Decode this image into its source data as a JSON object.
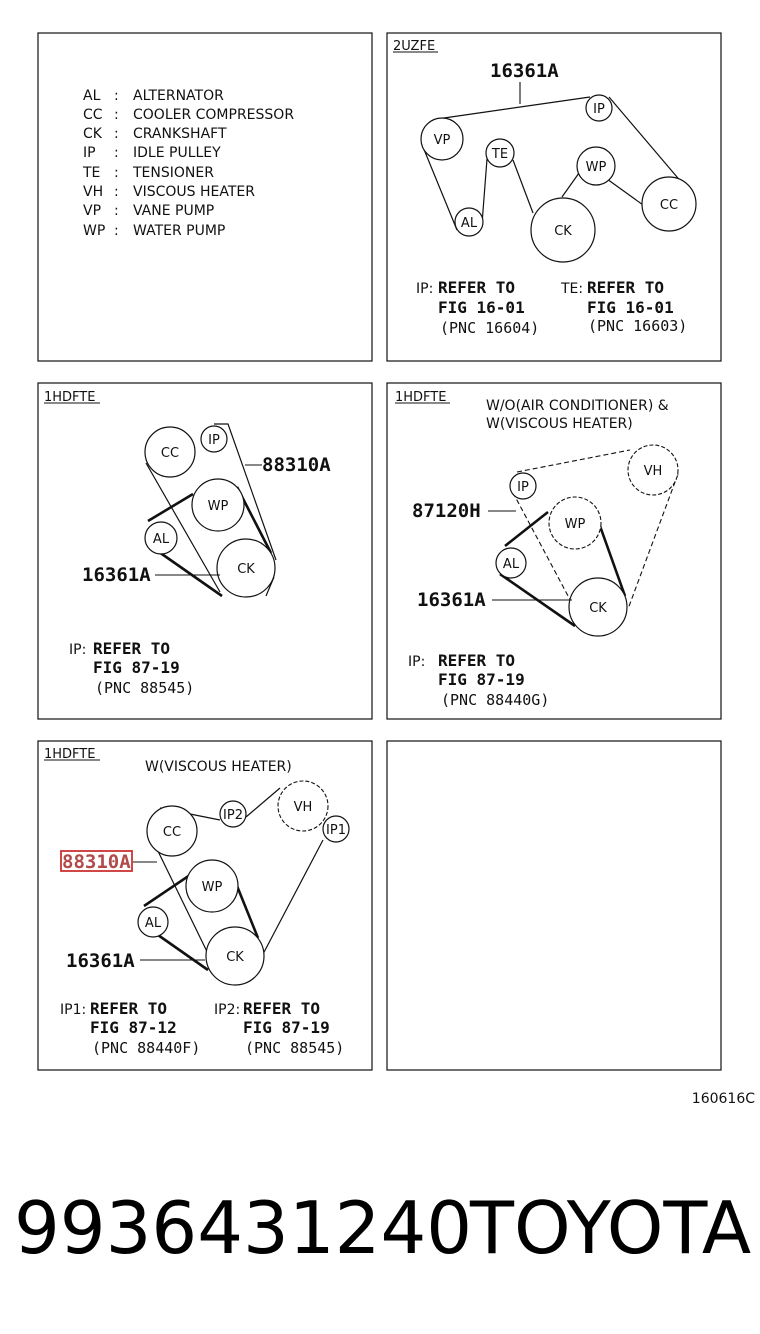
{
  "legend": [
    {
      "code": "AL",
      "sep": ":",
      "name": "ALTERNATOR"
    },
    {
      "code": "CC",
      "sep": ":",
      "name": "COOLER COMPRESSOR"
    },
    {
      "code": "CK",
      "sep": ":",
      "name": "CRANKSHAFT"
    },
    {
      "code": "IP",
      "sep": ":",
      "name": "IDLE PULLEY"
    },
    {
      "code": "TE",
      "sep": ":",
      "name": "TENSIONER"
    },
    {
      "code": "VH",
      "sep": ":",
      "name": "VISCOUS HEATER"
    },
    {
      "code": "VP",
      "sep": ":",
      "name": "VANE PUMP"
    },
    {
      "code": "WP",
      "sep": ":",
      "name": "WATER PUMP"
    }
  ],
  "panel_2uzfe": {
    "engine": "2UZFE",
    "part": "16361A",
    "pulleys": {
      "vp": "VP",
      "al": "AL",
      "te": "TE",
      "ck": "CK",
      "wp": "WP",
      "ip": "IP",
      "cc": "CC"
    },
    "ref_ip": {
      "prefix": "IP:",
      "line1": "REFER TO",
      "line2": "FIG 16-01",
      "line3": "(PNC 16604)"
    },
    "ref_te": {
      "prefix": "TE:",
      "line1": "REFER TO",
      "line2": "FIG 16-01",
      "line3": "(PNC 16603)"
    }
  },
  "panel_1hdfte_a": {
    "engine": "1HDFTE",
    "part_top": "88310A",
    "part_bottom": "16361A",
    "pulleys": {
      "cc": "CC",
      "ip": "IP",
      "wp": "WP",
      "al": "AL",
      "ck": "CK"
    },
    "ref_ip": {
      "prefix": "IP:",
      "line1": "REFER TO",
      "line2": "FIG 87-19",
      "line3": "(PNC 88545)"
    }
  },
  "panel_1hdfte_b": {
    "engine": "1HDFTE",
    "note1": "W/O(AIR CONDITIONER) &",
    "note2": "W(VISCOUS HEATER)",
    "part_top": "87120H",
    "part_bottom": "16361A",
    "pulleys": {
      "vh": "VH",
      "ip": "IP",
      "wp": "WP",
      "al": "AL",
      "ck": "CK"
    },
    "ref_ip": {
      "prefix": "IP:",
      "line1": "REFER TO",
      "line2": "FIG 87-19",
      "line3": "(PNC 88440G)"
    }
  },
  "panel_1hdfte_c": {
    "engine": "1HDFTE",
    "note": "W(VISCOUS HEATER)",
    "part_top": "88310A",
    "part_bottom": "16361A",
    "pulleys": {
      "cc": "CC",
      "ip2": "IP2",
      "vh": "VH",
      "ip1": "IP1",
      "wp": "WP",
      "al": "AL",
      "ck": "CK"
    },
    "ref_ip1": {
      "prefix": "IP1:",
      "line1": "REFER TO",
      "line2": "FIG 87-12",
      "line3": "(PNC 88440F)"
    },
    "ref_ip2": {
      "prefix": "IP2:",
      "line1": "REFER TO",
      "line2": "FIG 87-19",
      "line3": "(PNC 88545)"
    }
  },
  "figure_number": "160616C",
  "footer": {
    "part_number": "9936431240",
    "brand": "TOYOTA"
  },
  "colors": {
    "highlight": "#cc3333"
  }
}
